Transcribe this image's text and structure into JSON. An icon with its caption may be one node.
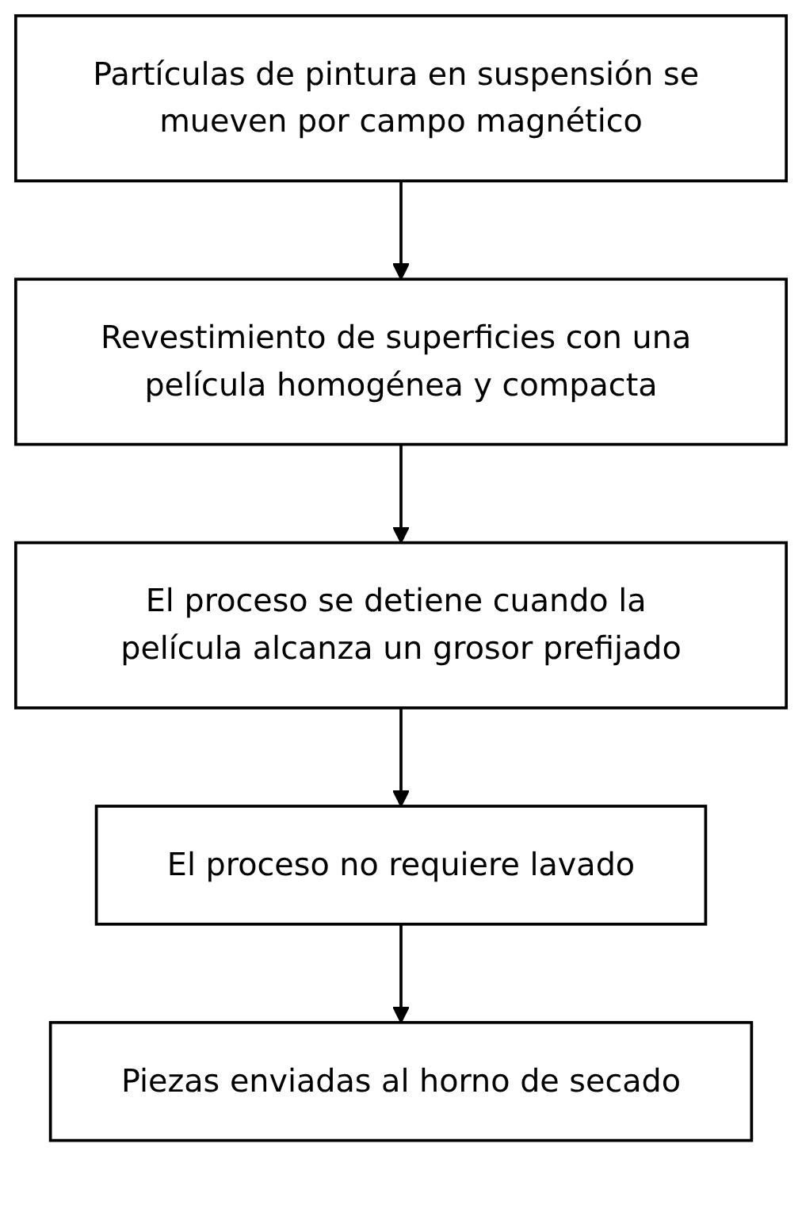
{
  "diagram": {
    "nodes": [
      {
        "text": [
          "Partículas de pintura en suspensión se mueven por campo magnético"
        ]
      },
      {
        "text": [
          "Revestimiento de superficies con una película homogénea y compacta"
        ]
      },
      {
        "text": [
          "El proceso se detiene cuando la película alcanza un grosor prefijado"
        ]
      },
      {
        "text": [
          "El proceso no requiere lavado"
        ]
      },
      {
        "text": [
          "Piezas enviadas al horno de secado"
        ]
      }
    ],
    "edges": [
      {
        "from": 0,
        "to": 1,
        "arrow": "to"
      },
      {
        "from": 1,
        "to": 2,
        "arrow": "to"
      },
      {
        "from": 2,
        "to": 3,
        "arrow": "to"
      },
      {
        "from": 3,
        "to": 4,
        "arrow": "to"
      }
    ]
  }
}
